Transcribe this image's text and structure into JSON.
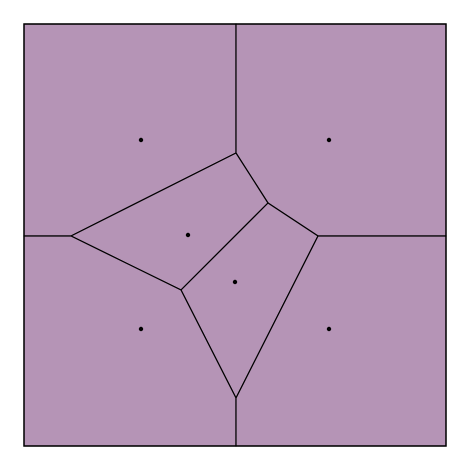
{
  "diagram": {
    "type": "voronoi",
    "cell_fill": "#b594b6",
    "edge_color": "#000000",
    "site_color": "#000000",
    "background": "#ffffff",
    "sites": [
      {
        "id": "top-left"
      },
      {
        "id": "top-right"
      },
      {
        "id": "center-left"
      },
      {
        "id": "center"
      },
      {
        "id": "bottom-left"
      },
      {
        "id": "bottom-right"
      }
    ]
  }
}
